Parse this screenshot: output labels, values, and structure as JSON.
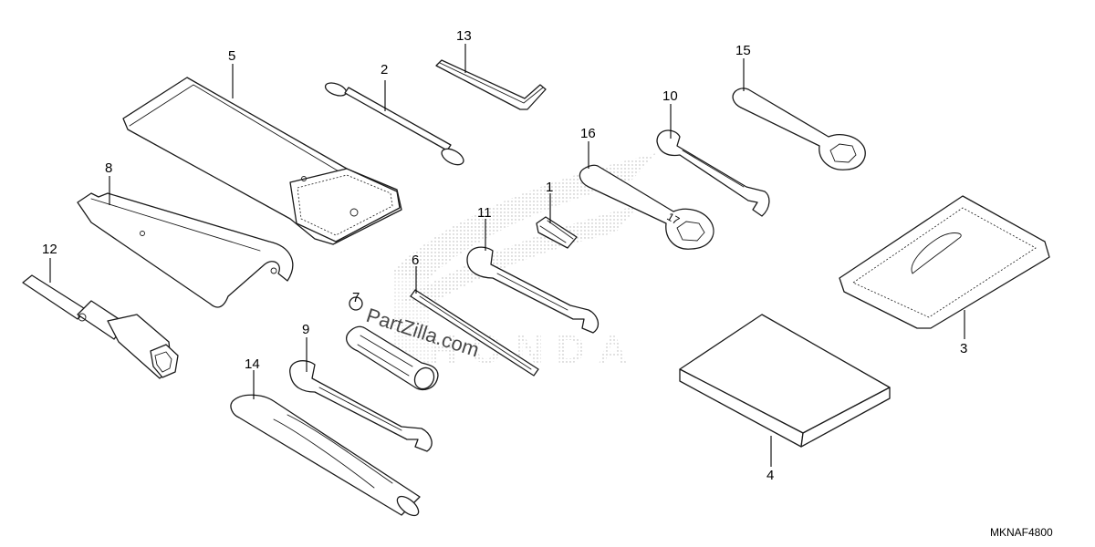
{
  "callouts": [
    {
      "id": "1",
      "label": "1"
    },
    {
      "id": "2",
      "label": "2"
    },
    {
      "id": "3",
      "label": "3"
    },
    {
      "id": "4",
      "label": "4"
    },
    {
      "id": "5",
      "label": "5"
    },
    {
      "id": "6",
      "label": "6"
    },
    {
      "id": "7",
      "label": "7"
    },
    {
      "id": "8",
      "label": "8"
    },
    {
      "id": "9",
      "label": "9"
    },
    {
      "id": "10",
      "label": "10"
    },
    {
      "id": "11",
      "label": "11"
    },
    {
      "id": "12",
      "label": "12"
    },
    {
      "id": "13",
      "label": "13"
    },
    {
      "id": "14",
      "label": "14"
    },
    {
      "id": "15",
      "label": "15"
    },
    {
      "id": "16",
      "label": "16"
    }
  ],
  "watermark": "PartZilla.com",
  "diagram_code": "MKNAF4800",
  "logo_text": "HONDA"
}
